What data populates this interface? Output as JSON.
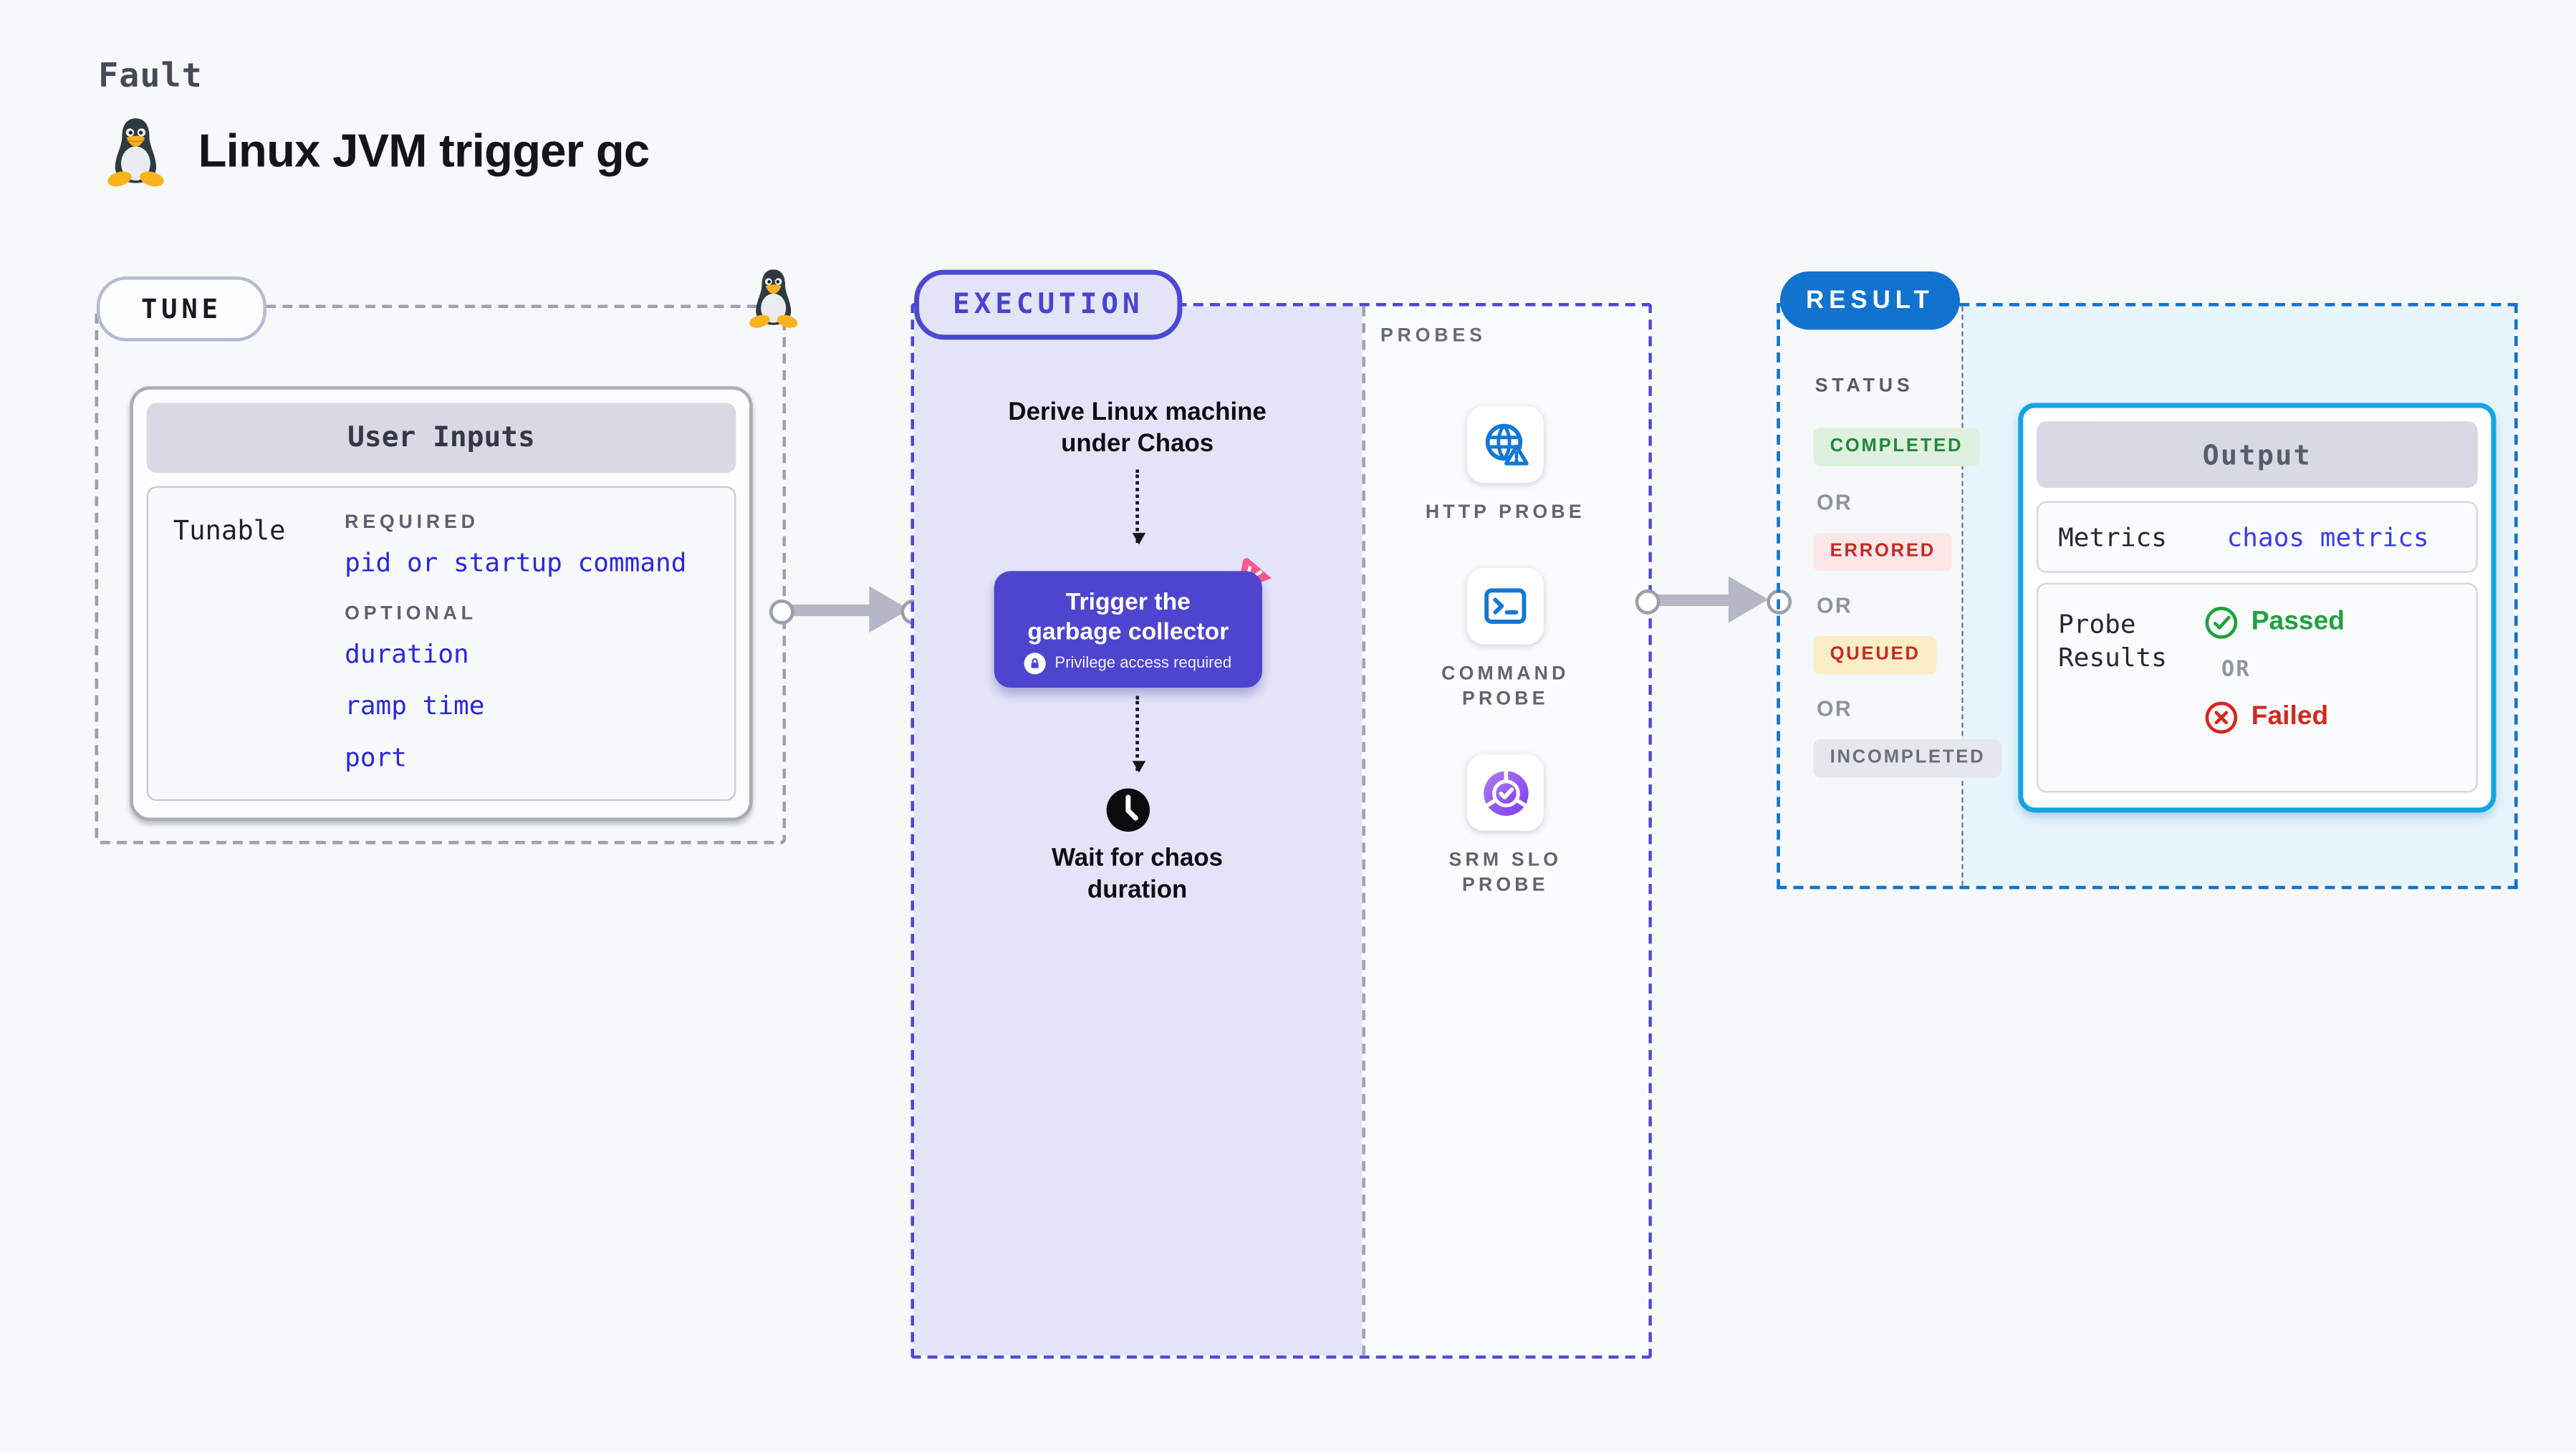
{
  "header": {
    "kicker": "Fault",
    "title": "Linux JVM trigger gc",
    "os_icon": "tux-penguin-icon"
  },
  "tune": {
    "badge": "TUNE",
    "card": {
      "title": "User Inputs",
      "row_label": "Tunable",
      "required_label": "REQUIRED",
      "required_items": [
        "pid or startup command"
      ],
      "optional_label": "OPTIONAL",
      "optional_items": [
        "duration",
        "ramp time",
        "port"
      ]
    }
  },
  "execution": {
    "badge": "EXECUTION",
    "derive_line1": "Derive Linux machine",
    "derive_line2": "under Chaos",
    "action": {
      "title_line1": "Trigger the",
      "title_line2": "garbage collector",
      "note": "Privilege access required",
      "note_icon": "lock-icon",
      "corner_icon": "chaos-logo-icon"
    },
    "wait_icon": "clock-icon",
    "wait_line1": "Wait for chaos",
    "wait_line2": "duration"
  },
  "probes": {
    "label": "PROBES",
    "items": [
      {
        "label": "HTTP PROBE",
        "icon": "globe-alert-icon"
      },
      {
        "label": "COMMAND PROBE",
        "icon": "terminal-icon"
      },
      {
        "label": "SRM SLO PROBE",
        "icon": "slo-donut-check-icon"
      }
    ]
  },
  "result": {
    "badge": "RESULT",
    "status_label": "STATUS",
    "or_label": "OR",
    "statuses": [
      {
        "label": "COMPLETED",
        "text_color": "#1e8a38",
        "bg_color": "#dff0df"
      },
      {
        "label": "ERRORED",
        "text_color": "#c7281f",
        "bg_color": "#fbe7e7"
      },
      {
        "label": "QUEUED",
        "text_color": "#c7281f",
        "bg_color": "#faeec6"
      },
      {
        "label": "INCOMPLETED",
        "text_color": "#6a6f7d",
        "bg_color": "#e6e7ee"
      }
    ],
    "output": {
      "title": "Output",
      "metrics_label": "Metrics",
      "metrics_value": "chaos metrics",
      "probe_results_label": "Probe Results",
      "or_label": "OR",
      "passed": {
        "label": "Passed",
        "color": "#1fa23c",
        "icon": "check-circle-icon"
      },
      "failed": {
        "label": "Failed",
        "color": "#d5281f",
        "icon": "x-circle-icon"
      }
    }
  },
  "colors": {
    "page_bg": "#f7f8fa",
    "tune_border": "#9ba1ad",
    "execution_accent": "#4b49d3",
    "execution_fill": "#e4e4f9",
    "action_fill": "#4e45ce",
    "chaos_pink": "#f9598a",
    "probe_icon_blue": "#1377d4",
    "srm_purple": "#8b45ee",
    "result_accent": "#1173cf",
    "result_fill": "#e8f4fb",
    "output_border": "#14a4e3",
    "param_blue": "#2828df",
    "arrow_gray": "#b5b8c4"
  }
}
